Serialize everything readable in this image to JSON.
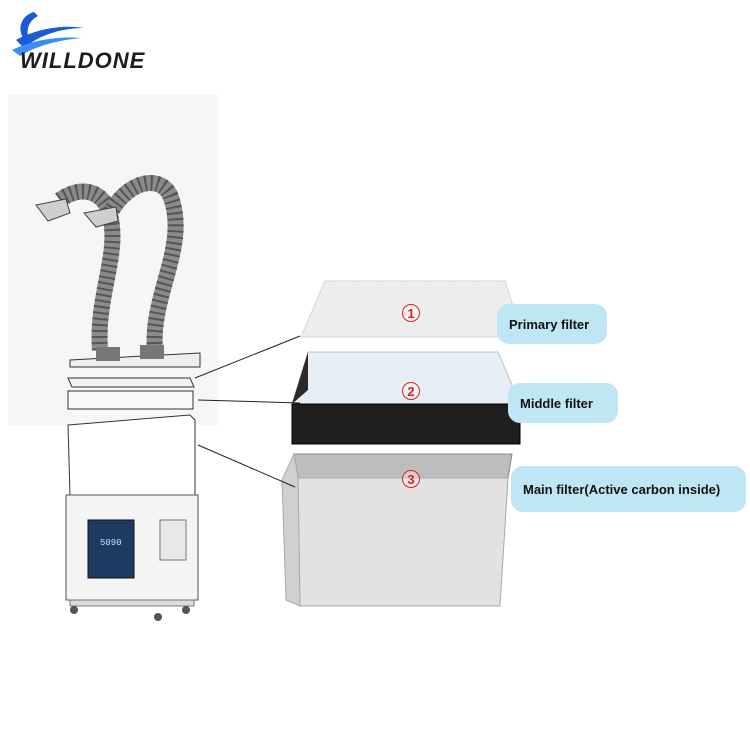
{
  "brand": {
    "name": "WILLDONE"
  },
  "filters": [
    {
      "number": "1",
      "label": "Primary filter"
    },
    {
      "number": "2",
      "label": "Middle filter"
    },
    {
      "number": "3",
      "label": "Main filter(Active carbon inside)"
    }
  ],
  "machine": {
    "display_value": "5090"
  },
  "colors": {
    "callout_bg": "#bfe6f4",
    "number_circle": "#e02020",
    "logo_blue": "#1a5bd6",
    "carbon_dark": "#1f1f1f"
  }
}
